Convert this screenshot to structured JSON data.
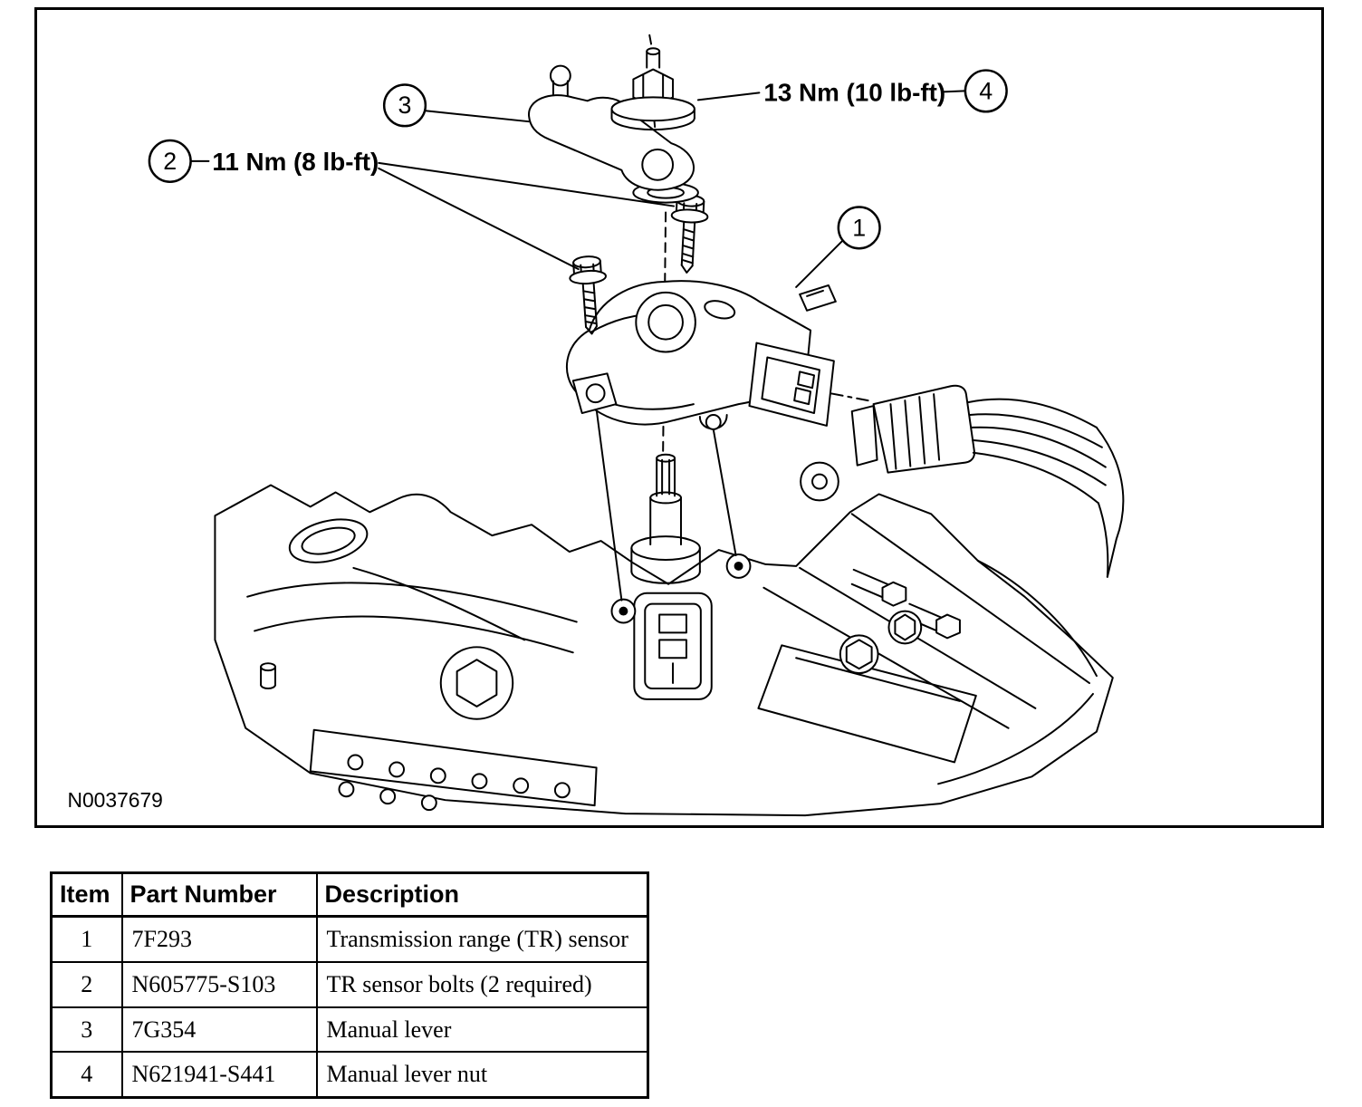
{
  "figure": {
    "id_label": "N0037679",
    "callouts": [
      {
        "num": "1"
      },
      {
        "num": "2"
      },
      {
        "num": "3"
      },
      {
        "num": "4"
      }
    ],
    "torque_labels": {
      "nut_torque": "13 Nm (10 lb-ft)",
      "bolt_torque": "11 Nm (8 lb-ft)"
    }
  },
  "table": {
    "headers": [
      "Item",
      "Part Number",
      "Description"
    ],
    "rows": [
      {
        "item": "1",
        "part_number": "7F293",
        "description": "Transmission range (TR) sensor"
      },
      {
        "item": "2",
        "part_number": "N605775-S103",
        "description": "TR sensor bolts (2 required)"
      },
      {
        "item": "3",
        "part_number": "7G354",
        "description": "Manual lever"
      },
      {
        "item": "4",
        "part_number": "N621941-S441",
        "description": "Manual lever nut"
      }
    ]
  }
}
